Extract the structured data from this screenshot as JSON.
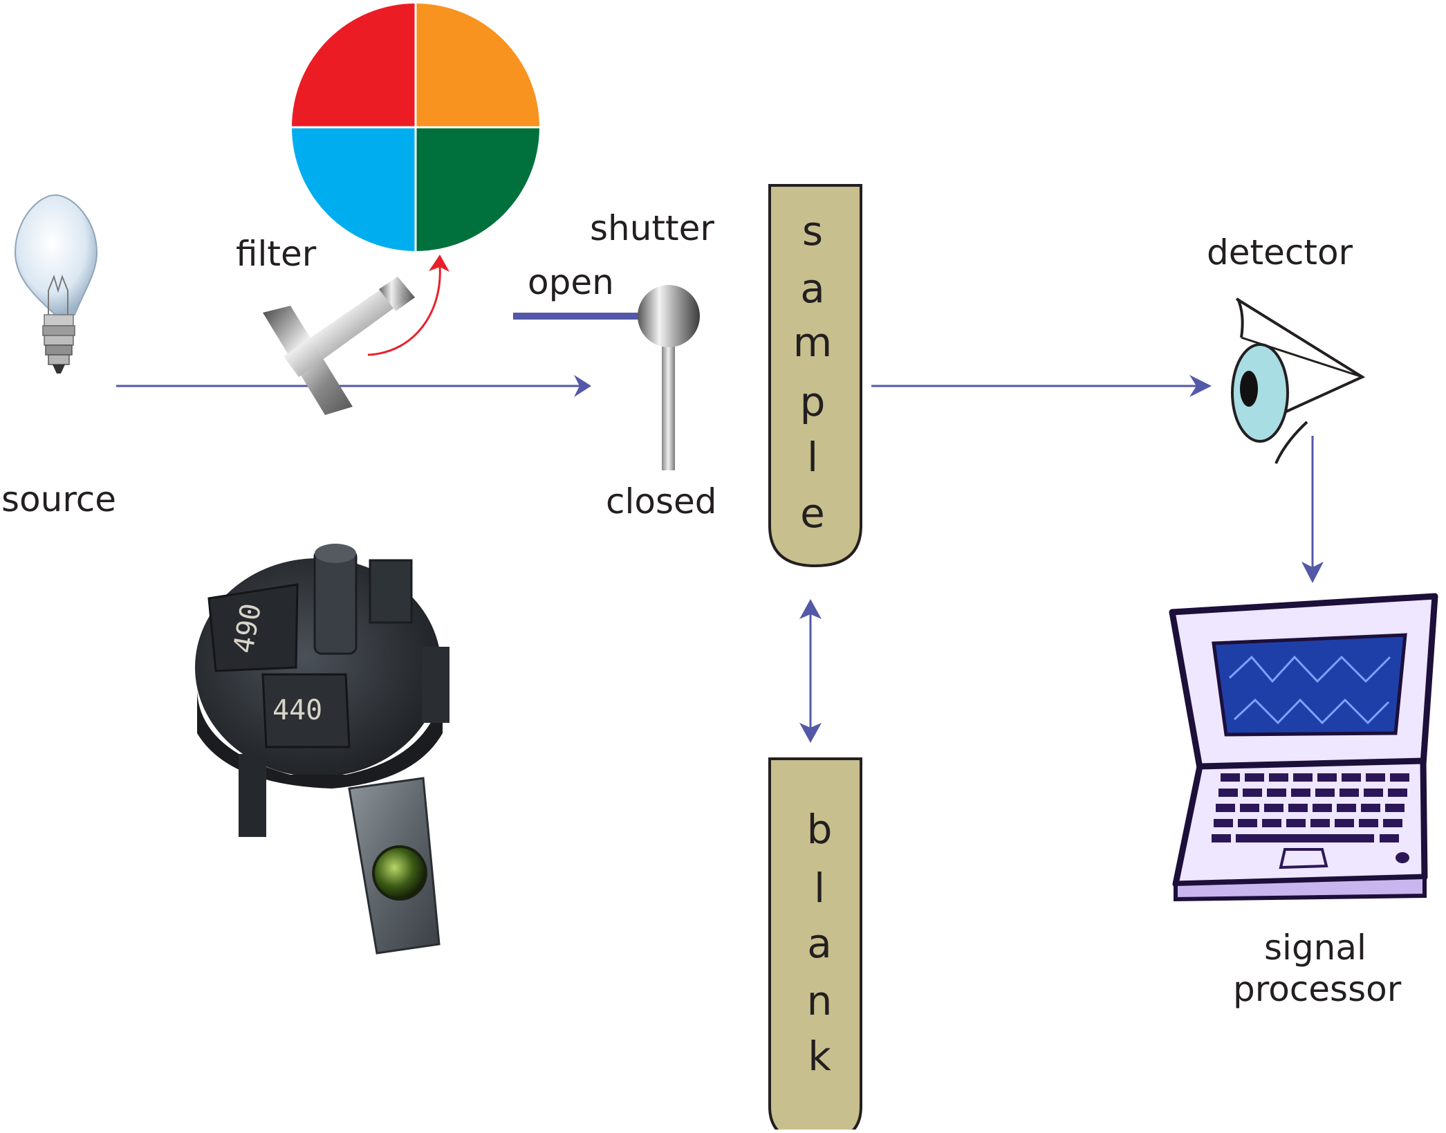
{
  "labels": {
    "source": "source",
    "filter": "filter",
    "shutter": "shutter",
    "open": "open",
    "closed": "closed",
    "detector": "detector",
    "signal_processor_line1": "signal",
    "signal_processor_line2": "processor"
  },
  "sample_tube_letters": [
    "s",
    "a",
    "m",
    "p",
    "l",
    "e"
  ],
  "blank_tube_letters": [
    "b",
    "l",
    "a",
    "n",
    "k"
  ],
  "filter_wheel_photo_labels": [
    "490",
    "440"
  ],
  "colors": {
    "beam": "#5458a8",
    "curved_arrow": "#e8202a",
    "tube": "#c8bf8e",
    "filter_red": "#ec1c24",
    "filter_orange": "#f7931e",
    "filter_blue": "#00aeef",
    "filter_green": "#00703c",
    "screen": "#1f3fa8",
    "laptop_body": "#efe6ff"
  },
  "icons": [
    "light-bulb-icon",
    "filter-wheel-icon",
    "mirror-icon",
    "shutter-icon",
    "eye-icon",
    "laptop-icon"
  ]
}
